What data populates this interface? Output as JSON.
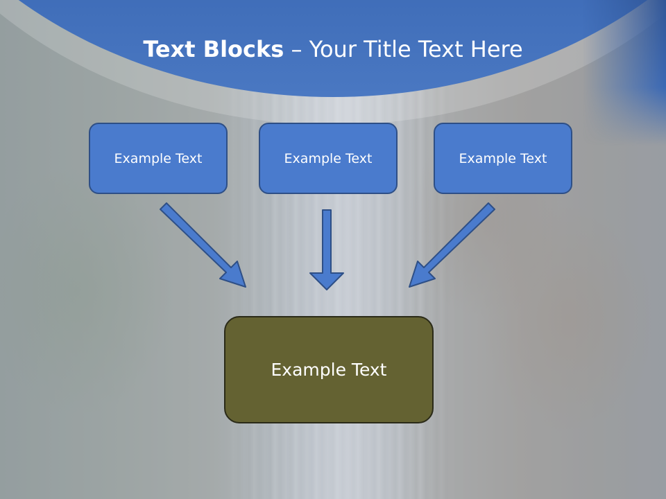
{
  "title": {
    "bold": "Text Blocks",
    "separator": " – ",
    "rest": "Your Title Text Here"
  },
  "blocks": {
    "top": [
      {
        "label": "Example Text"
      },
      {
        "label": "Example Text"
      },
      {
        "label": "Example Text"
      }
    ],
    "bottom": {
      "label": "Example Text"
    }
  },
  "colors": {
    "header_blue": "#3a68b4",
    "top_box_fill": "#4a7bcd",
    "top_box_border": "#2e4f86",
    "arrow_fill": "#4a7bcd",
    "bottom_box_fill": "#646232",
    "bottom_box_border": "#2a2a18"
  }
}
